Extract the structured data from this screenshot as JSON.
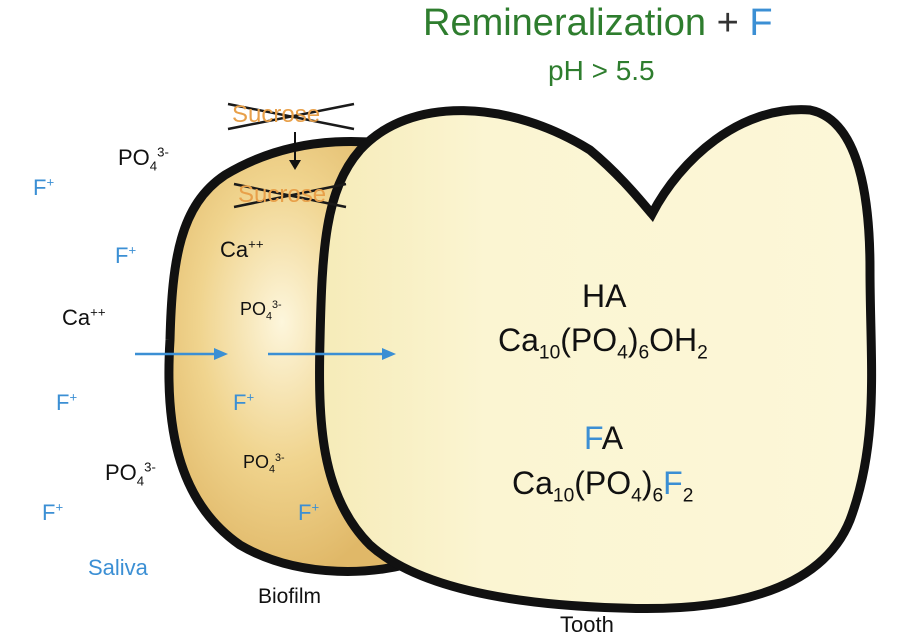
{
  "title": {
    "main": "Remineralization",
    "plus": "+",
    "f": "F"
  },
  "subtitle": "pH > 5.5",
  "colors": {
    "green": "#2e7d2e",
    "blue": "#3b8fd4",
    "orange": "#e8a04a",
    "biofilm": "#e6c274",
    "tooth": "#fbf5cf"
  },
  "crossed": {
    "sucrose_top": "Sucrose",
    "sucrose_biofilm": "Sucrose"
  },
  "ions": {
    "po4": "PO",
    "po4_sub": "4",
    "po4_sup": "3-",
    "ca": "Ca",
    "ca_sup": "++",
    "f": "F",
    "f_sup": "+"
  },
  "tooth": {
    "ha": "HA",
    "ha_formula": {
      "ca": "Ca",
      "s10": "10",
      "po": "(PO",
      "s4": "4",
      "close": ")",
      "s6": "6",
      "oh": "OH",
      "s2": "2"
    },
    "fa_f": "F",
    "fa_a": "A",
    "fa_formula": {
      "ca": "Ca",
      "s10": "10",
      "po": "(PO",
      "s4": "4",
      "close": ")",
      "s6": "6",
      "f": "F",
      "s2": "2"
    }
  },
  "labels": {
    "saliva": "Saliva",
    "biofilm": "Biofilm",
    "tooth": "Tooth"
  }
}
